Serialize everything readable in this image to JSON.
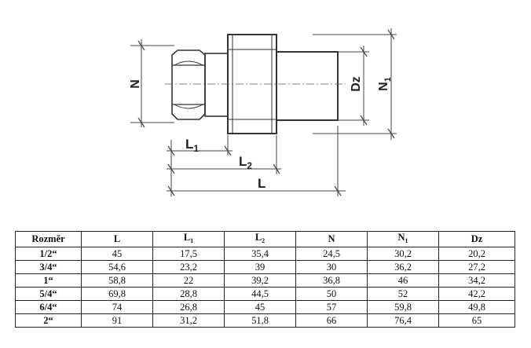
{
  "drawing": {
    "labels": {
      "n": "N",
      "dz": "Dz",
      "n1_base": "N",
      "n1_sub": "1",
      "l1_base": "L",
      "l1_sub": "1",
      "l2_base": "L",
      "l2_sub": "2",
      "l": "L"
    }
  },
  "table": {
    "headers": [
      {
        "base": "Rozměr",
        "sub": ""
      },
      {
        "base": "L",
        "sub": ""
      },
      {
        "base": "L",
        "sub": "1"
      },
      {
        "base": "L",
        "sub": "2"
      },
      {
        "base": "N",
        "sub": ""
      },
      {
        "base": "N",
        "sub": "1"
      },
      {
        "base": "Dz",
        "sub": ""
      }
    ],
    "rows": [
      [
        "1/2“",
        "45",
        "17,5",
        "35,4",
        "24,5",
        "30,2",
        "20,2"
      ],
      [
        "3/4“",
        "54,6",
        "23,2",
        "39",
        "30",
        "36,2",
        "27,2"
      ],
      [
        "1“",
        "58,8",
        "22",
        "39,2",
        "36,8",
        "46",
        "34,2"
      ],
      [
        "5/4“",
        "69,8",
        "28,8",
        "44,5",
        "50",
        "52",
        "42,2"
      ],
      [
        "6/4“",
        "74",
        "26,8",
        "45",
        "57",
        "59,8",
        "49,8"
      ],
      [
        "2“",
        "91",
        "31,2",
        "51,8",
        "66",
        "76,4",
        "65"
      ]
    ]
  }
}
